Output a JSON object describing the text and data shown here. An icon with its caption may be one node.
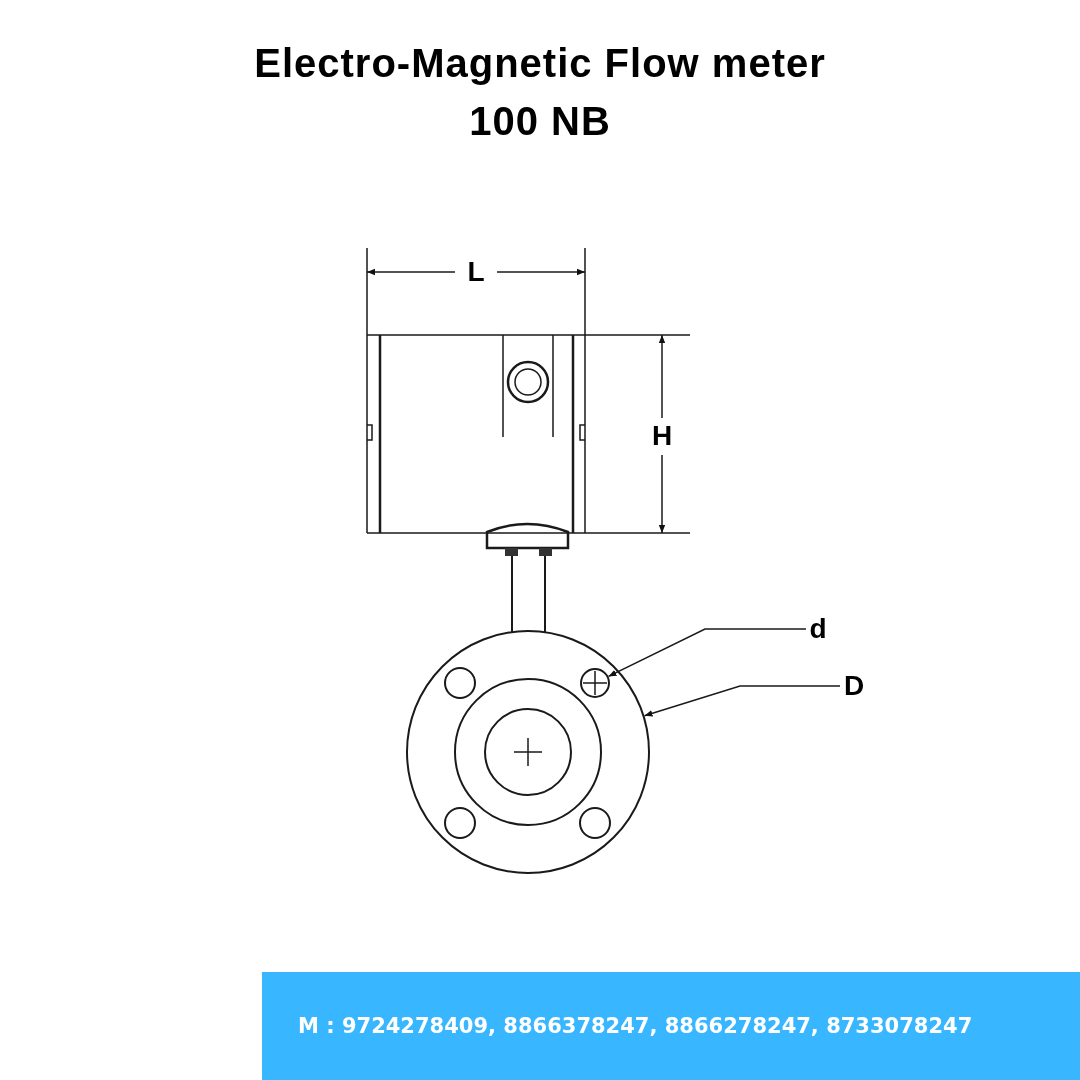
{
  "diagram": {
    "title": "Electro-Magnetic Flow meter 100 NB",
    "nodes": [
      {
        "text": [],
        "shape": "circle"
      },
      {
        "text": [],
        "shape": "circle",
        "in": 0
      },
      {
        "text": [
          "d"
        ]
      },
      {
        "text": [
          "D"
        ]
      },
      {
        "text": [
          "M : 9724278409, 8866378247, 8866278247, 8733078247"
        ]
      }
    ],
    "edges": [
      {
        "from": 2,
        "to": 1,
        "arrow": "to"
      },
      {
        "from": 3,
        "to": 0,
        "arrow": "to"
      }
    ],
    "labels": [
      "L",
      "H"
    ]
  }
}
